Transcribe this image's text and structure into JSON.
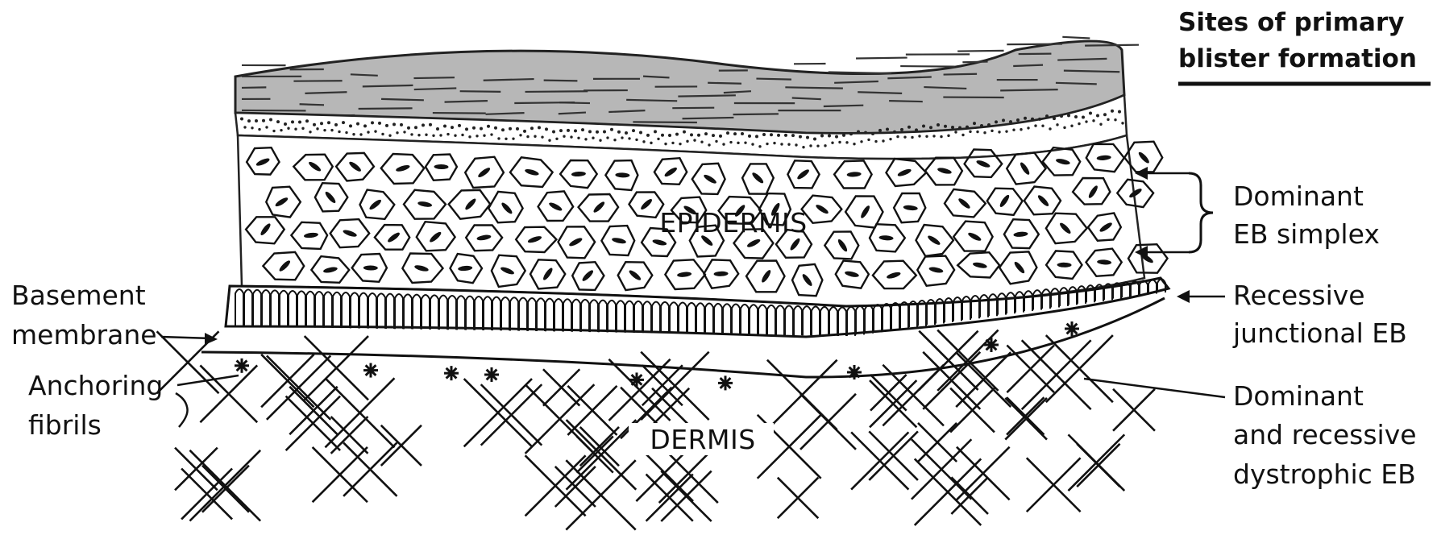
{
  "title": {
    "line1": "Sites of primary",
    "line2": "blister formation"
  },
  "layers": {
    "epidermis": "EPIDERMIS",
    "dermis": "DERMIS"
  },
  "left_labels": {
    "basement_line1": "Basement",
    "basement_line2": "membrane",
    "anchoring_line1": "Anchoring",
    "anchoring_line2": "fibrils"
  },
  "right_labels": {
    "simplex_line1": "Dominant",
    "simplex_line2": "EB simplex",
    "junctional_line1": "Recessive",
    "junctional_line2": "junctional EB",
    "dystrophic_line1": "Dominant",
    "dystrophic_line2": "and recessive",
    "dystrophic_line3": "dystrophic EB"
  }
}
